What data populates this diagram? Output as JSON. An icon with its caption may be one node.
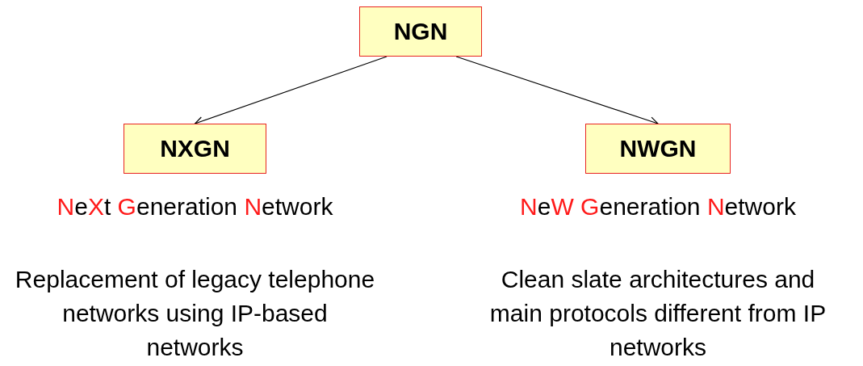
{
  "diagram": {
    "nodes": [
      {
        "text": [
          "NGN"
        ]
      },
      {
        "text": [
          "NXGN"
        ],
        "beside": [
          "**N**e**X**t **G**eneration **N**etwork",
          "Replacement of legacy telephone networks using IP-based networks"
        ]
      },
      {
        "text": [
          "NWGN"
        ],
        "beside": [
          "**N**e**W** **G**eneration **N**etwork",
          "Clean slate architectures and main protocols different from IP networks"
        ]
      }
    ],
    "edges": [
      {
        "from": 0,
        "to": 1,
        "arrow": "to"
      },
      {
        "from": 0,
        "to": 2,
        "arrow": "to"
      }
    ]
  }
}
